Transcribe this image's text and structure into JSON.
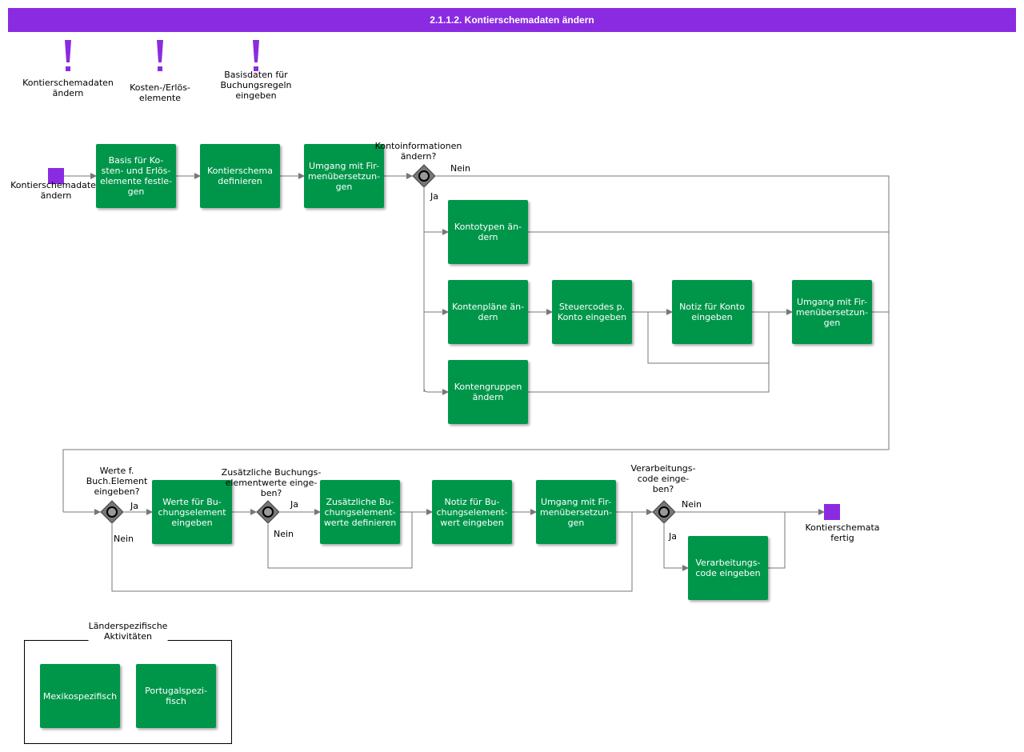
{
  "title": "2.1.1.2. Kontierschemadaten ändern",
  "colors": {
    "title_bg": "#8a2be2",
    "task": "#00964a",
    "event": "#8a2be2",
    "gateway": "#777777",
    "line": "#777777"
  },
  "milestones": [
    {
      "icon": "exclamation-icon",
      "label": "Kontierschemadaten\nändern"
    },
    {
      "icon": "exclamation-icon",
      "label": "Kosten-/Erlös-\nelemente"
    },
    {
      "icon": "exclamation-icon",
      "label": "Basisdaten für\nBuchungsregeln\neingeben"
    }
  ],
  "events": {
    "start": "Kontierschemadaten\nändern",
    "end": "Kontierschemata\nfertig"
  },
  "tasks": {
    "basis": "Basis für Ko-\nsten- und Erlös-\nelemente festle-\ngen",
    "schema": "Kontierschema\ndefinieren",
    "umgang1": "Umgang mit Fir-\nmenübersetzun-\ngen",
    "kontotypen": "Kontotypen än-\ndern",
    "kontenplaene": "Kontenpläne än-\ndern",
    "steuercodes": "Steuercodes p.\nKonto eingeben",
    "notiz_konto": "Notiz für Konto\neingeben",
    "umgang2": "Umgang mit Fir-\nmenübersetzun-\ngen",
    "kontengruppen": "Kontengruppen\nändern",
    "werte": "Werte für Bu-\nchungselement\neingeben",
    "zusaetzliche": "Zusätzliche Bu-\nchungselement-\nwerte definieren",
    "notiz_buch": "Notiz für Bu-\nchungselement-\nwert eingeben",
    "umgang3": "Umgang mit Fir-\nmenübersetzun-\ngen",
    "verarbeitung": "Verarbeitungs-\ncode eingeben"
  },
  "gateways": {
    "konto": "Kontoinformationen\nändern?",
    "werte": "Werte f.\nBuch.Element\neingeben?",
    "zusaetzlich": "Zusätzliche Buchungs-\nelementwerte einge-\nben?",
    "verarbeitung": "Verarbeitungs-\ncode einge-\nben?"
  },
  "flow_labels": {
    "yes": "Ja",
    "no": "Nein"
  },
  "legend": {
    "title": "Länderspezifische\nAktivitäten",
    "items": [
      "Mexikospezifisch",
      "Portugalspezi-\nfisch"
    ]
  }
}
